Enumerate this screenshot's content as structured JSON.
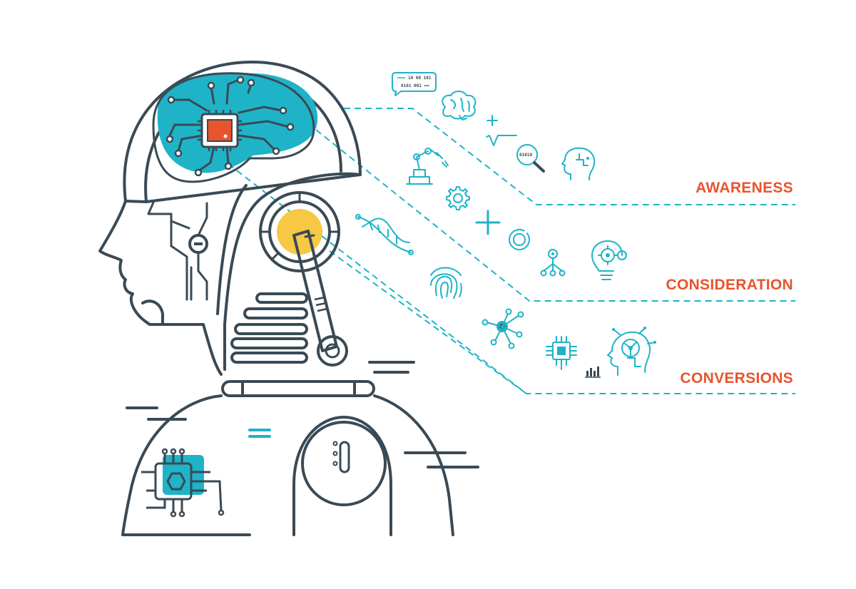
{
  "colors": {
    "outline": "#3a4a55",
    "teal": "#1fb3c8",
    "accent_orange": "#e8542c",
    "accent_yellow": "#f6c844",
    "background": "#ffffff"
  },
  "stages": [
    {
      "label": "AWARENESS"
    },
    {
      "label": "CONSIDERATION"
    },
    {
      "label": "CONVERSIONS"
    }
  ],
  "chat_bubble": {
    "line1": "10 00 101",
    "line2": "0101 001 =="
  },
  "magnifier_text": "01010",
  "icons": {
    "awareness": [
      "chat-bubble-binary-icon",
      "brain-icon",
      "math-symbols-icon",
      "magnifier-binary-icon",
      "ai-head-profile-icon"
    ],
    "consideration": [
      "robotic-arm-icon",
      "gear-icon",
      "plus-icon",
      "target-icon",
      "network-hierarchy-icon",
      "lightbulb-gears-icon"
    ],
    "conversions": [
      "dna-icon",
      "fingerprint-icon",
      "molecule-network-icon",
      "microchip-icon",
      "bar-chart-icon",
      "ai-head-circuit-icon"
    ]
  },
  "robot": {
    "parts": [
      "robot-head",
      "robot-brain-circuit",
      "robot-ear-joint",
      "robot-neck-vents",
      "robot-shoulder-chip",
      "robot-chest-dial"
    ]
  }
}
